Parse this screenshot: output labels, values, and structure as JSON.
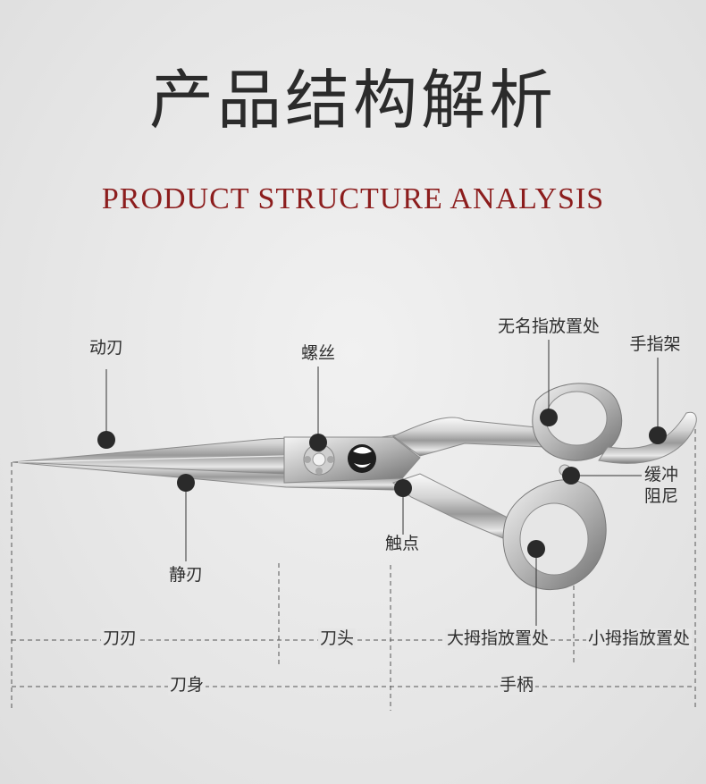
{
  "title_cn": "产品结构解析",
  "title_en": "PRODUCT STRUCTURE ANALYSIS",
  "colors": {
    "accent": "#8c1d1d",
    "dot": "#2a2a2a",
    "line": "#333333"
  },
  "callouts": {
    "moving_blade": "动刃",
    "screw": "螺丝",
    "ring_finger_rest": "无名指放置处",
    "finger_rest": "手指架",
    "damper_line1": "缓冲",
    "damper_line2": "阻尼",
    "static_blade": "静刃",
    "contact_point": "触点"
  },
  "dimensions": {
    "edge": "刀刃",
    "head": "刀头",
    "thumb_rest": "大拇指放置处",
    "little_thumb_rest": "小拇指放置处",
    "body": "刀身",
    "handle": "手柄"
  }
}
